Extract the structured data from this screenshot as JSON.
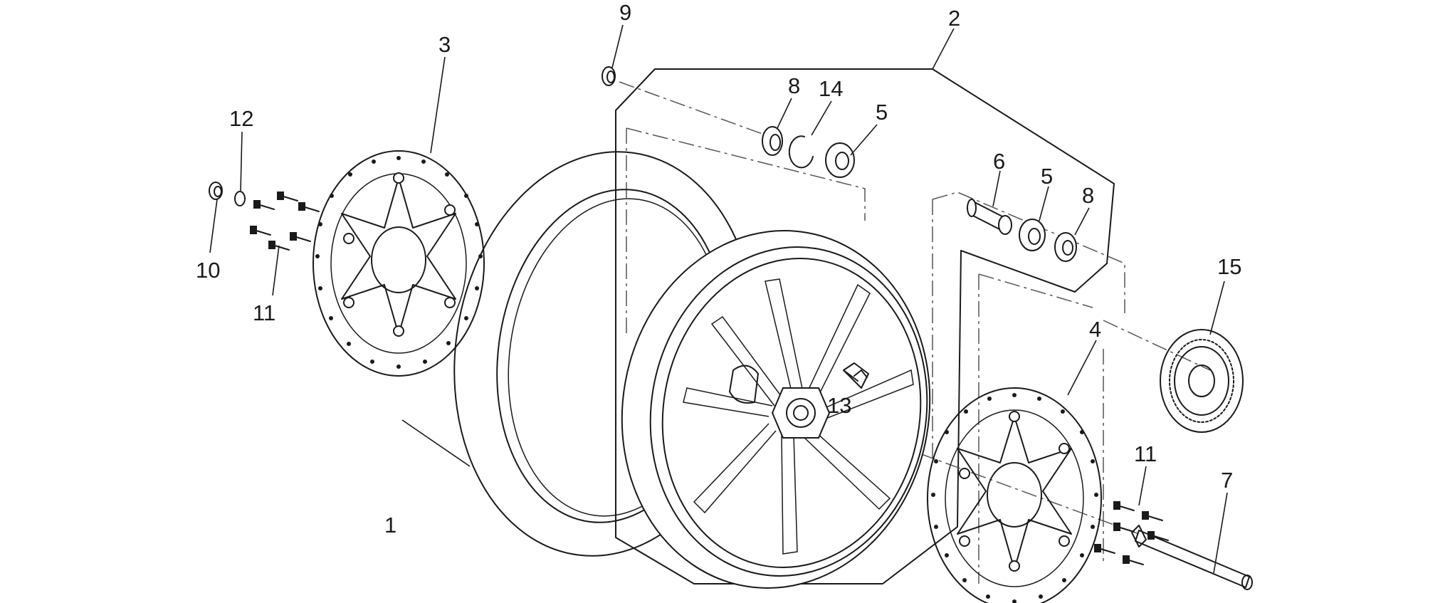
{
  "callouts": [
    {
      "id": "1",
      "label": "1"
    },
    {
      "id": "2",
      "label": "2"
    },
    {
      "id": "3",
      "label": "3"
    },
    {
      "id": "4",
      "label": "4"
    },
    {
      "id": "5a",
      "label": "5"
    },
    {
      "id": "5b",
      "label": "5"
    },
    {
      "id": "6",
      "label": "6"
    },
    {
      "id": "7",
      "label": "7"
    },
    {
      "id": "8a",
      "label": "8"
    },
    {
      "id": "8b",
      "label": "8"
    },
    {
      "id": "9",
      "label": "9"
    },
    {
      "id": "10",
      "label": "10"
    },
    {
      "id": "11a",
      "label": "11"
    },
    {
      "id": "11b",
      "label": "11"
    },
    {
      "id": "12",
      "label": "12"
    },
    {
      "id": "13",
      "label": "13"
    },
    {
      "id": "14",
      "label": "14"
    },
    {
      "id": "15",
      "label": "15"
    }
  ]
}
